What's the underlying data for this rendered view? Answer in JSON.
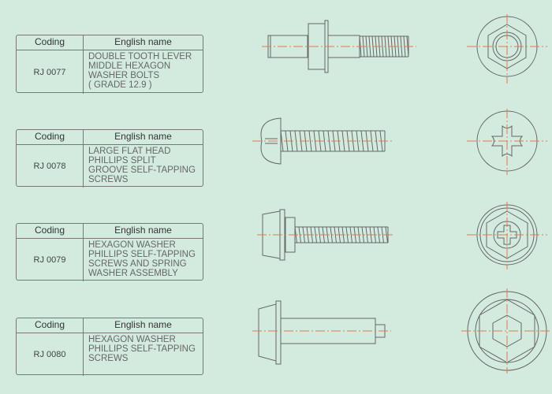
{
  "header": {
    "coding": "Coding",
    "english_name": "English name"
  },
  "items": [
    {
      "code": "RJ 0077",
      "name": "DOUBLE TOOTH LEVER\nMIDDLE HEXAGON\nWASHER BOLTS\n( GRADE 12.9 )"
    },
    {
      "code": "RJ 0078",
      "name": "LARGE FLAT HEAD\nPHILLIPS SPLIT\nGROOVE SELF-TAPPING\nSCREWS"
    },
    {
      "code": "RJ 0079",
      "name": "HEXAGON WASHER\nPHILLIPS SELF-TAPPING\nSCREWS AND SPRING\nWASHER ASSEMBLY"
    },
    {
      "code": "RJ 0080",
      "name": "HEXAGON WASHER\nPHILLIPS SELF-TAPPING\nSCREWS"
    }
  ],
  "colors": {
    "background": "#d3ebdf",
    "centerline": "#e07850",
    "line": "#666666"
  }
}
